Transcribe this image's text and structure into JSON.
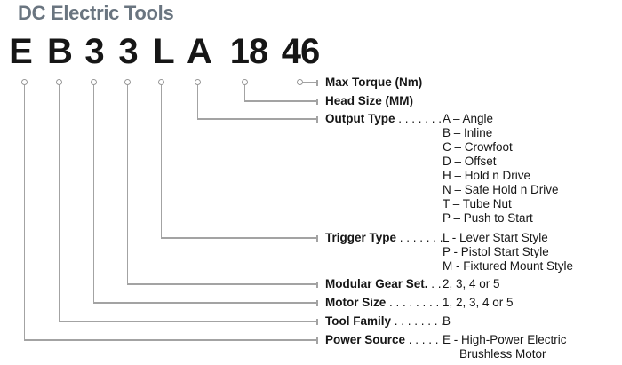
{
  "title": "DC Electric Tools",
  "colors": {
    "title_text": "#6a7580",
    "body_text": "#161616",
    "leader_line": "#a3a3a3"
  },
  "code": {
    "segments": [
      "E",
      "B",
      "3",
      "3",
      "L",
      "A",
      "18",
      "46"
    ]
  },
  "legend": {
    "rows": [
      {
        "label": "Max Torque (Nm)",
        "dots": "",
        "values": []
      },
      {
        "label": "Head Size (MM)",
        "dots": "",
        "values": []
      },
      {
        "label": "Output Type",
        "dots": " . . . . . . .",
        "values": [
          "A – Angle",
          "B – Inline",
          "C – Crowfoot",
          "D – Offset",
          "H – Hold n Drive",
          "N – Safe Hold n Drive",
          "T – Tube Nut",
          "P – Push to Start"
        ]
      },
      {
        "label": "Trigger Type",
        "dots": " . . . . . . .",
        "values": [
          "L - Lever Start Style",
          "P - Pistol Start Style",
          "M - Fixtured Mount Style"
        ]
      },
      {
        "label": "Modular Gear Set.",
        "dots": " . .",
        "values": [
          "2, 3, 4 or 5"
        ]
      },
      {
        "label": "Motor Size",
        "dots": " . . . . . . . .",
        "values": [
          "1, 2, 3, 4 or 5"
        ]
      },
      {
        "label": "Tool Family",
        "dots": " . . . . . . . .",
        "values": [
          "B"
        ]
      },
      {
        "label": "Power Source",
        "dots": " . . . . . .",
        "values": [
          "E - High-Power Electric",
          "Brushless Motor"
        ]
      }
    ]
  }
}
